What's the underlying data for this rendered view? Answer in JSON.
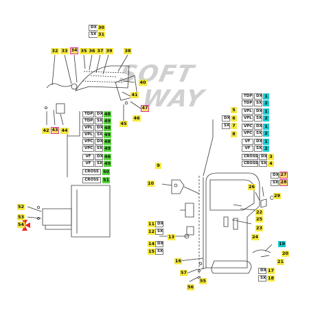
{
  "watermark": {
    "line1": "SOFT",
    "line2": "WAY"
  },
  "colors": {
    "yellow": "#f6e93f",
    "green": "#56d43b",
    "cyan": "#19cbd1",
    "magenta": "#d6339a",
    "hotspot": "#e8262b"
  },
  "top_variant": {
    "dx": "DX",
    "sx": "SX",
    "dx_num": "30",
    "sx_num": "31"
  },
  "window_regulator": {
    "labels": [
      "32",
      "33",
      "34",
      "35",
      "36",
      "37",
      "39",
      "38",
      "40",
      "41",
      "42",
      "43",
      "44",
      "45",
      "46",
      "47"
    ]
  },
  "trim_table": {
    "rows": [
      {
        "code": "TDP",
        "side": "DX",
        "num": "48"
      },
      {
        "code": "TDP",
        "side": "SX",
        "num": "49"
      },
      {
        "code": "VPL",
        "side": "DX",
        "num": "48"
      },
      {
        "code": "VPL",
        "side": "SX",
        "num": "49"
      },
      {
        "code": "VPC",
        "side": "DX",
        "num": "48"
      },
      {
        "code": "VPC",
        "side": "SX",
        "num": "49"
      },
      {
        "code": "VF",
        "side": "DX",
        "num": "46"
      },
      {
        "code": "VF",
        "side": "SX",
        "num": "49"
      },
      {
        "code": "CROSS",
        "side": "",
        "num": "50"
      },
      {
        "code": "CROSS",
        "side": "",
        "num": "51"
      }
    ]
  },
  "door_table": {
    "rows": [
      {
        "code": "TDP",
        "side": "DX",
        "num": "1"
      },
      {
        "code": "TDP",
        "side": "SX",
        "num": "2"
      },
      {
        "code": "VPL",
        "side": "DX",
        "num": "1"
      },
      {
        "code": "VPL",
        "side": "SX",
        "num": "2"
      },
      {
        "code": "VPC",
        "side": "DX",
        "num": "1"
      },
      {
        "code": "VPC",
        "side": "SX",
        "num": "2"
      },
      {
        "code": "VF",
        "side": "DX",
        "num": "1"
      },
      {
        "code": "VF",
        "side": "SX",
        "num": "2"
      },
      {
        "code": "CROSS",
        "side": "DX",
        "num": "3"
      },
      {
        "code": "CROSS",
        "side": "SX",
        "num": "4"
      }
    ]
  },
  "door_side": {
    "dx": "DX",
    "sx": "SX",
    "dx_num": "6",
    "sx_num": "7",
    "top_num": "5",
    "bottom_num": "8"
  },
  "latch_side": {
    "dx": "DX",
    "sx": "SX",
    "dx_num": "27",
    "sx_num": "28"
  },
  "hinge_upper": {
    "dx": "DX",
    "sx": "SX",
    "dx_num": "11",
    "sx_num": "12"
  },
  "hinge_lower": {
    "dx": "DX",
    "sx": "SX",
    "dx_num": "14",
    "sx_num": "15"
  },
  "handle_side": {
    "dx": "DX",
    "sx": "SX",
    "dx_num": "17",
    "sx_num": "18"
  },
  "part_labels": [
    "9",
    "10",
    "13",
    "16",
    "19",
    "20",
    "21",
    "22",
    "23",
    "24",
    "25",
    "26",
    "29",
    "52",
    "53",
    "54",
    "55",
    "56",
    "57"
  ]
}
